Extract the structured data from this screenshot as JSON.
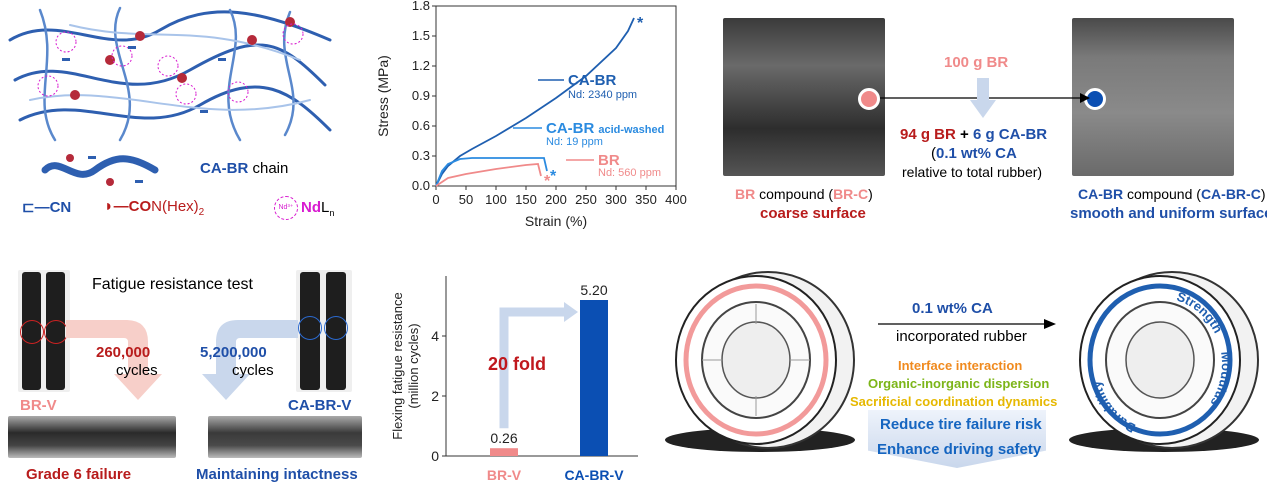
{
  "polymer": {
    "nd_label": "Nd³⁺",
    "chain_label_strong": "CA-BR",
    "chain_label_rest": " chain",
    "legend_cn": "—CN",
    "legend_con_prefix": "—CO",
    "legend_con_suffix": "N(Hex)",
    "legend_con_sub": "2",
    "legend_nd_circle": "Nd³⁺",
    "legend_nd_text": "Nd",
    "legend_nd_suffix": "L",
    "legend_nd_sub": "n"
  },
  "chart_data": [
    {
      "type": "line",
      "xlabel": "Strain (%)",
      "ylabel": "Stress (MPa)",
      "xlim": [
        0,
        400
      ],
      "ylim": [
        0,
        1.8
      ],
      "xticks": [
        "0",
        "50",
        "100",
        "150",
        "200",
        "250",
        "300",
        "350",
        "400"
      ],
      "yticks": [
        "0.0",
        "0.3",
        "0.6",
        "0.9",
        "1.2",
        "1.5",
        "1.8"
      ],
      "series": [
        {
          "name": "CA-BR",
          "sub": "Nd: 2340 ppm",
          "color": "#1f5fb0",
          "x": [
            0,
            10,
            20,
            40,
            60,
            100,
            150,
            200,
            250,
            300,
            320,
            330
          ],
          "y": [
            0,
            0.12,
            0.2,
            0.3,
            0.37,
            0.5,
            0.68,
            0.88,
            1.1,
            1.38,
            1.55,
            1.68
          ],
          "break_marker": "*"
        },
        {
          "name": "CA-BR",
          "name_suffix": "acid-washed",
          "sub": "Nd: 19 ppm",
          "color": "#2b8be0",
          "x": [
            0,
            10,
            20,
            40,
            60,
            100,
            150,
            180,
            185
          ],
          "y": [
            0,
            0.15,
            0.22,
            0.27,
            0.28,
            0.28,
            0.28,
            0.28,
            0.15
          ],
          "break_marker": "*"
        },
        {
          "name": "BR",
          "sub": "Nd: 560 ppm",
          "color": "#f08a8a",
          "x": [
            0,
            20,
            50,
            100,
            150,
            170,
            175
          ],
          "y": [
            0,
            0.08,
            0.12,
            0.17,
            0.21,
            0.22,
            0.1
          ],
          "break_marker": "*"
        }
      ]
    },
    {
      "type": "bar",
      "ylabel": "Flexing fatigue resistance",
      "ylabel2": "(million cycles)",
      "categories": [
        "BR-V",
        "CA-BR-V"
      ],
      "values": [
        0.26,
        5.2
      ],
      "value_labels": [
        "0.26",
        "5.20"
      ],
      "colors": [
        "#f08a8a",
        "#0b4fb3"
      ],
      "ylim": [
        0,
        6
      ],
      "yticks": [
        "0",
        "2",
        "4"
      ],
      "annotation": "20 fold"
    }
  ],
  "compound": {
    "mid_top": "100 g BR",
    "mid_line1_a": "94 g BR",
    "mid_line1_b": " + ",
    "mid_line1_c": "6 g CA-BR",
    "mid_line2_a": "(",
    "mid_line2_b": "0.1 wt% CA",
    "mid_line3": "relative to total rubber)",
    "left_cap1_a": "BR",
    "left_cap1_b": " compound (",
    "left_cap1_c": "BR-C",
    "left_cap1_d": ")",
    "left_cap2": "coarse surface",
    "right_cap1_a": "CA-BR",
    "right_cap1_b": " compound (",
    "right_cap1_c": "CA-BR-C",
    "right_cap1_d": ")",
    "right_cap2": "smooth and uniform surface"
  },
  "fatigue": {
    "title": "Fatigue resistance test",
    "br_cycles": "260,000",
    "ca_cycles": "5,200,000",
    "cycles_word": "cycles",
    "br_label": "BR-V",
    "ca_label": "CA-BR-V",
    "br_result": "Grade 6 failure",
    "ca_result": "Maintaining intactness"
  },
  "tire": {
    "arrow_top": "0.1 wt% CA",
    "arrow_bottom": "incorporated rubber",
    "benefit1": "Interface interaction",
    "benefit2": "Organic-inorganic dispersion",
    "benefit3": "Sacrificial coordination dynamics",
    "outcome1": "Reduce tire failure risk",
    "outcome2": "Enhance driving safety",
    "ring_words": [
      "Strength",
      "Modulus",
      "Durability"
    ],
    "colors": {
      "orange": "#f08a1e",
      "green": "#7cb518",
      "gold": "#e6b800",
      "blue": "#1565c0"
    }
  }
}
